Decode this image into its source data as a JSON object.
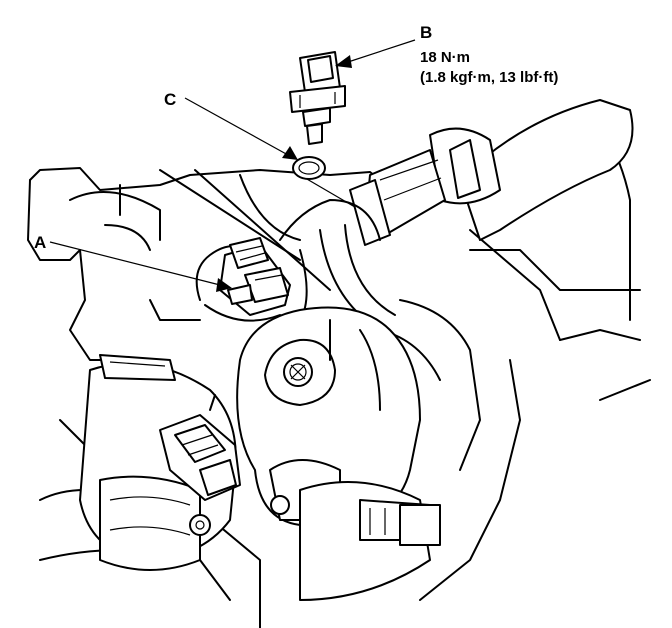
{
  "callouts": {
    "a": "A",
    "b": "B",
    "c": "C"
  },
  "torque_spec": {
    "value": "18 N·m",
    "alternate": "(1.8 kgf·m, 13 lbf·ft)"
  }
}
